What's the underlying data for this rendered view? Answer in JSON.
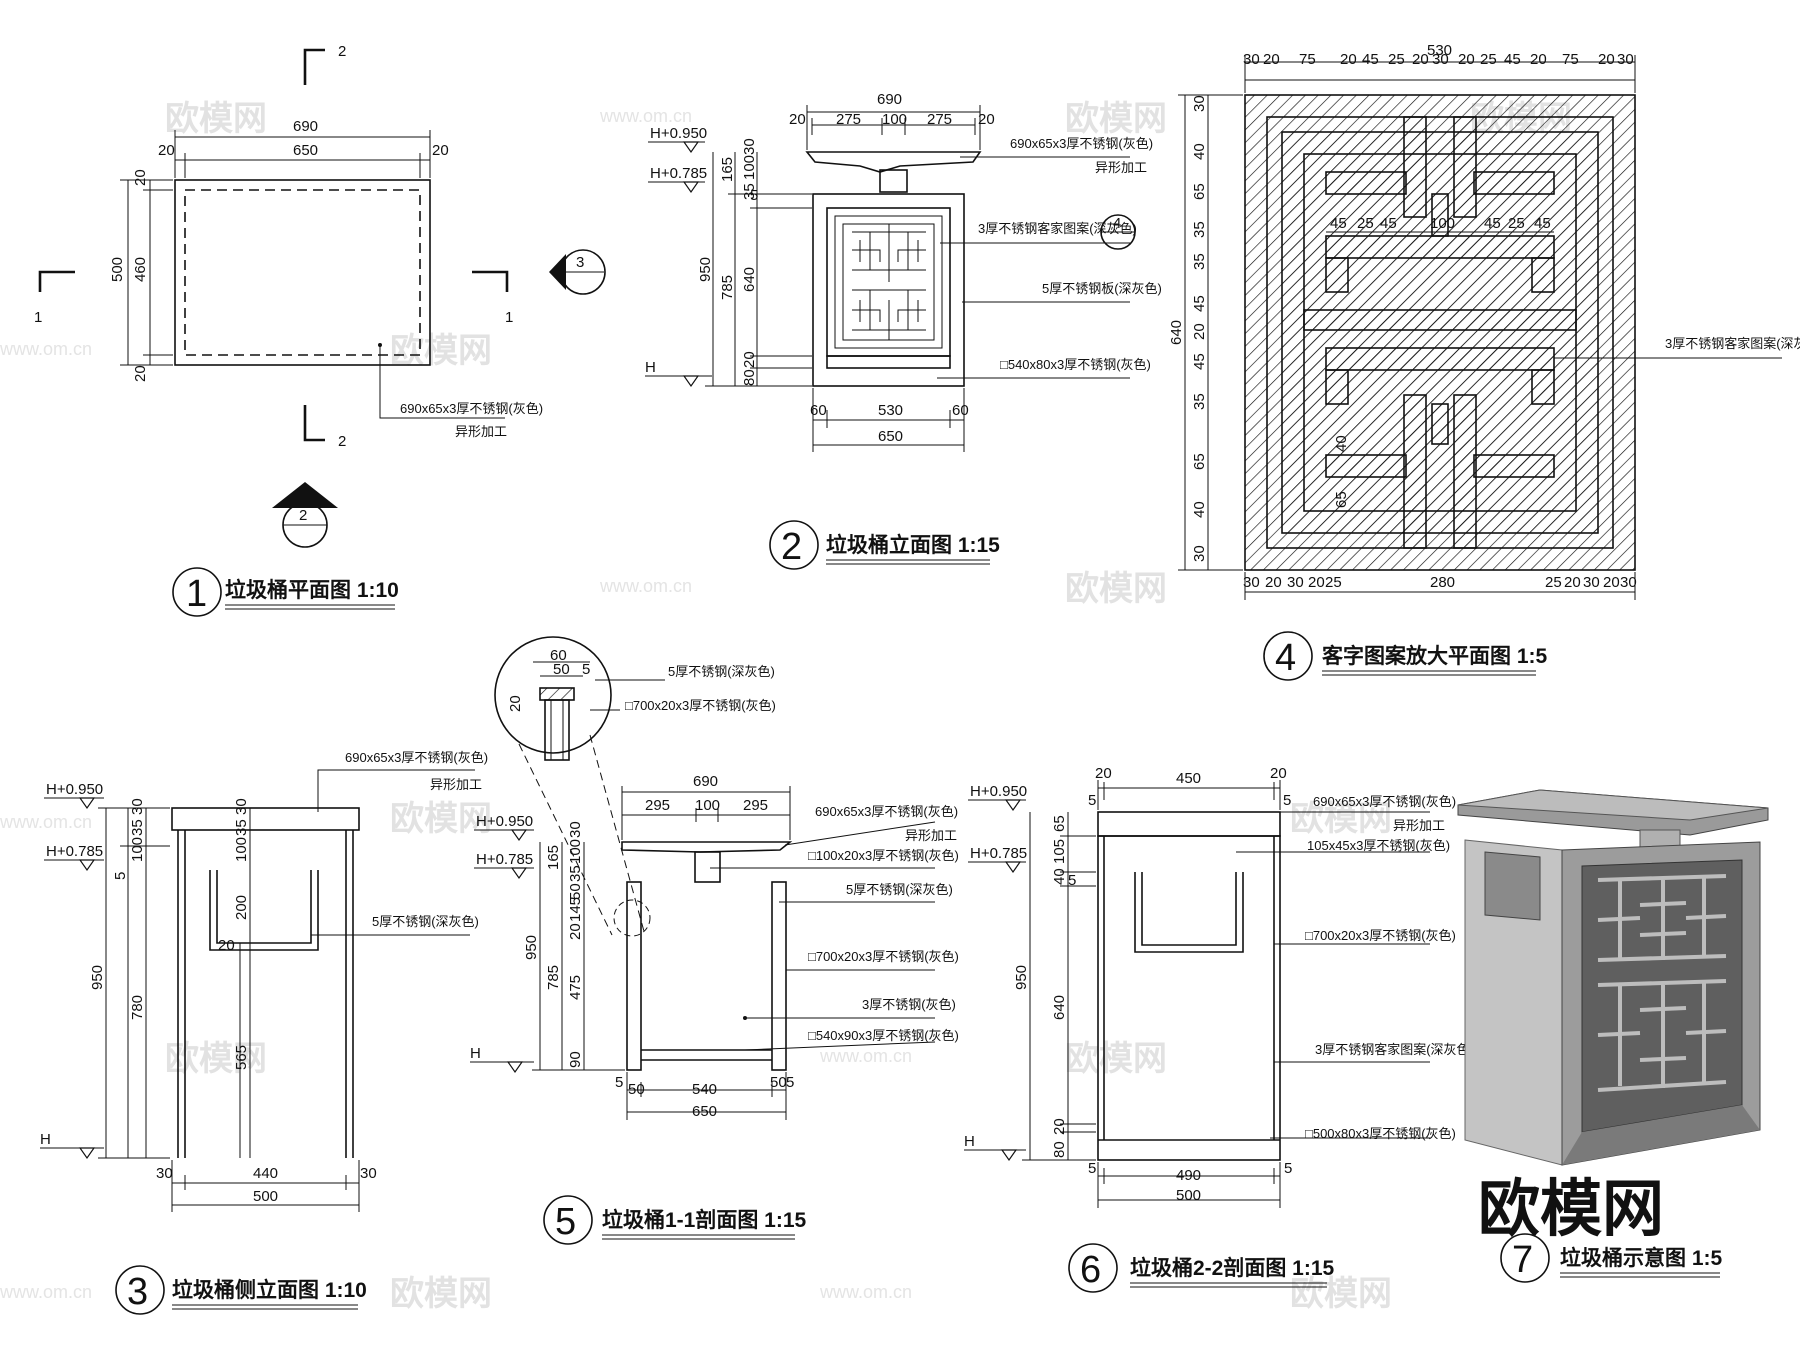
{
  "watermark": {
    "logo": "欧模网",
    "url": "www.om.cn"
  },
  "dims": {
    "d690": "690",
    "d650": "650",
    "d20": "20",
    "d500": "500",
    "d460": "460",
    "d275": "275",
    "d100": "100",
    "d30": "30",
    "d165": "165",
    "d35": "35",
    "d5": "5",
    "d950": "950",
    "d785": "785",
    "d640": "640",
    "d80": "80",
    "d60": "60",
    "d530": "530",
    "d75": "75",
    "d45": "45",
    "d25": "25",
    "d65": "65",
    "d40": "40",
    "d280": "280",
    "d50": "50",
    "d295": "295",
    "d145": "145",
    "d475": "475",
    "d90": "90",
    "d540": "540",
    "d200": "200",
    "d780": "780",
    "d565": "565",
    "d440": "440",
    "d450": "450",
    "d105": "105",
    "d490": "490"
  },
  "levels": {
    "h950": "H+0.950",
    "h785": "H+0.785",
    "h0": "H"
  },
  "section_marks": {
    "m1": "1",
    "m2": "2",
    "m3": "3",
    "m4": "4"
  },
  "notes": {
    "top_plate": "690x65x3厚不锈钢(灰色)",
    "special": "异形加工",
    "pattern_dark": "3厚不锈钢客家图案(深灰色)",
    "plate_dark": "5厚不锈钢板(深灰色)",
    "tube540": "□540x80x3厚不锈钢(灰色)",
    "plate_dark2": "5厚不锈钢(深灰色)",
    "tube700": "□700x20x3厚不锈钢(灰色)",
    "tube100": "□100x20x3厚不锈钢(灰色)",
    "plate3": "3厚不锈钢(灰色)",
    "tube540x90": "□540x90x3厚不锈钢(灰色)",
    "plate105": "105x45x3厚不锈钢(灰色)",
    "tube500": "□500x80x3厚不锈钢(灰色)"
  },
  "titles": {
    "t1": {
      "num": "1",
      "text": "垃圾桶平面图 1:10"
    },
    "t2": {
      "num": "2",
      "text": "垃圾桶立面图 1:15"
    },
    "t3": {
      "num": "3",
      "text": "垃圾桶侧立面图 1:10"
    },
    "t4": {
      "num": "4",
      "text": "客字图案放大平面图 1:5"
    },
    "t5": {
      "num": "5",
      "text": "垃圾桶1-1剖面图 1:15"
    },
    "t6": {
      "num": "6",
      "text": "垃圾桶2-2剖面图 1:15"
    },
    "t7": {
      "num": "7",
      "text": "垃圾桶示意图 1:5"
    }
  },
  "colors": {
    "line": "#111111",
    "render_light": "#c9c9c9",
    "render_mid": "#8f8f8f",
    "render_dark": "#5a5a5a"
  }
}
